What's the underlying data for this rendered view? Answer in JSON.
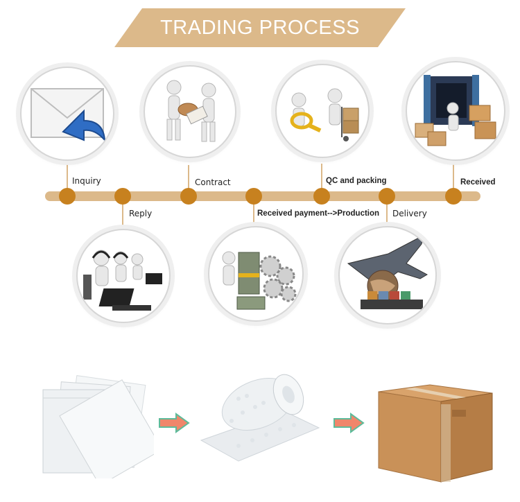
{
  "banner": {
    "title": "TRADING PROCESS"
  },
  "steps": [
    {
      "label": "Inquiry"
    },
    {
      "label": "Reply"
    },
    {
      "label": "Contract"
    },
    {
      "label": "Received payment-->Production"
    },
    {
      "label": "QC and packing"
    },
    {
      "label": "Delivery"
    },
    {
      "label": "Received"
    }
  ],
  "colors": {
    "banner": "#dcb98a",
    "timeline": "#dcb98a",
    "node": "#c7811f",
    "arrow": "#f0866b"
  },
  "icons": {
    "inquiry": "envelope-reply-icon",
    "contract": "handshake-contract-icon",
    "qc_packing": "qc-inspection-icon",
    "received": "warehouse-icon",
    "reply": "call-center-icon",
    "production": "money-gears-icon",
    "delivery": "airplane-globe-ship-icon"
  },
  "packaging": [
    "plastic-bags",
    "bubble-wrap-roll",
    "cardboard-box"
  ]
}
